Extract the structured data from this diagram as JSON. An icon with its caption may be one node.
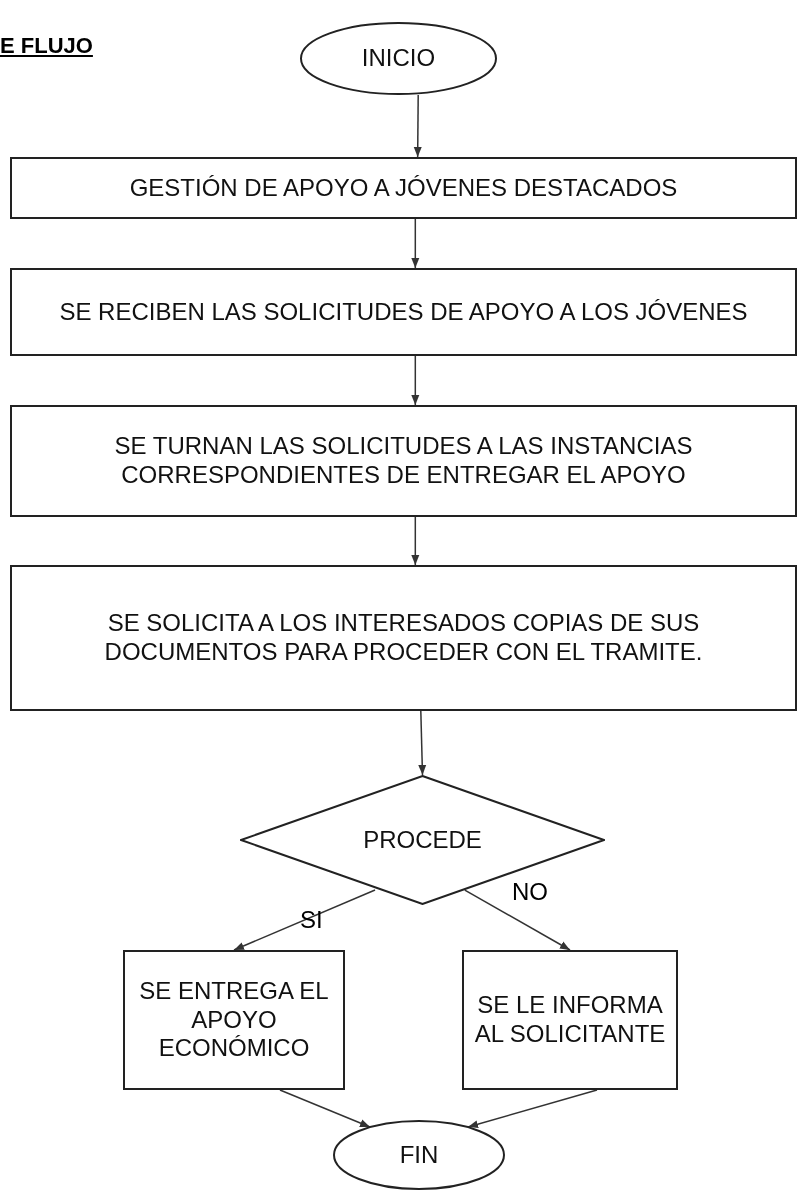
{
  "diagram": {
    "title": "E FLUJO",
    "nodes": [
      {
        "text": [
          "INICIO"
        ]
      },
      {
        "text": [
          "GESTIÓN DE APOYO A JÓVENES DESTACADOS"
        ]
      },
      {
        "text": [
          "SE RECIBEN LAS SOLICITUDES DE APOYO A LOS JÓVENES"
        ]
      },
      {
        "text": [
          "SE TURNAN LAS SOLICITUDES A LAS INSTANCIAS CORRESPONDIENTES DE ENTREGAR EL APOYO"
        ]
      },
      {
        "text": [
          "SE SOLICITA A LOS INTERESADOS COPIAS DE SUS DOCUMENTOS PARA PROCEDER CON EL TRAMITE."
        ]
      },
      {
        "text": [
          "PROCEDE"
        ]
      },
      {
        "text": [
          "SE ENTREGA EL APOYO ECONÓMICO"
        ]
      },
      {
        "text": [
          "SE LE INFORMA AL SOLICITANTE"
        ]
      },
      {
        "text": [
          "FIN"
        ]
      }
    ],
    "edges": [
      {
        "from": 0,
        "to": 1,
        "arrow": "to"
      },
      {
        "from": 1,
        "to": 2,
        "arrow": "to"
      },
      {
        "from": 2,
        "to": 3,
        "arrow": "to"
      },
      {
        "from": 3,
        "to": 4,
        "arrow": "to"
      },
      {
        "from": 4,
        "to": 5,
        "arrow": "to"
      },
      {
        "from": 5,
        "to": 6,
        "arrow": "to",
        "label": "SI"
      },
      {
        "from": 5,
        "to": 7,
        "arrow": "to",
        "label": "NO"
      },
      {
        "from": 6,
        "to": 8,
        "arrow": "to"
      },
      {
        "from": 7,
        "to": 8,
        "arrow": "to"
      }
    ]
  }
}
